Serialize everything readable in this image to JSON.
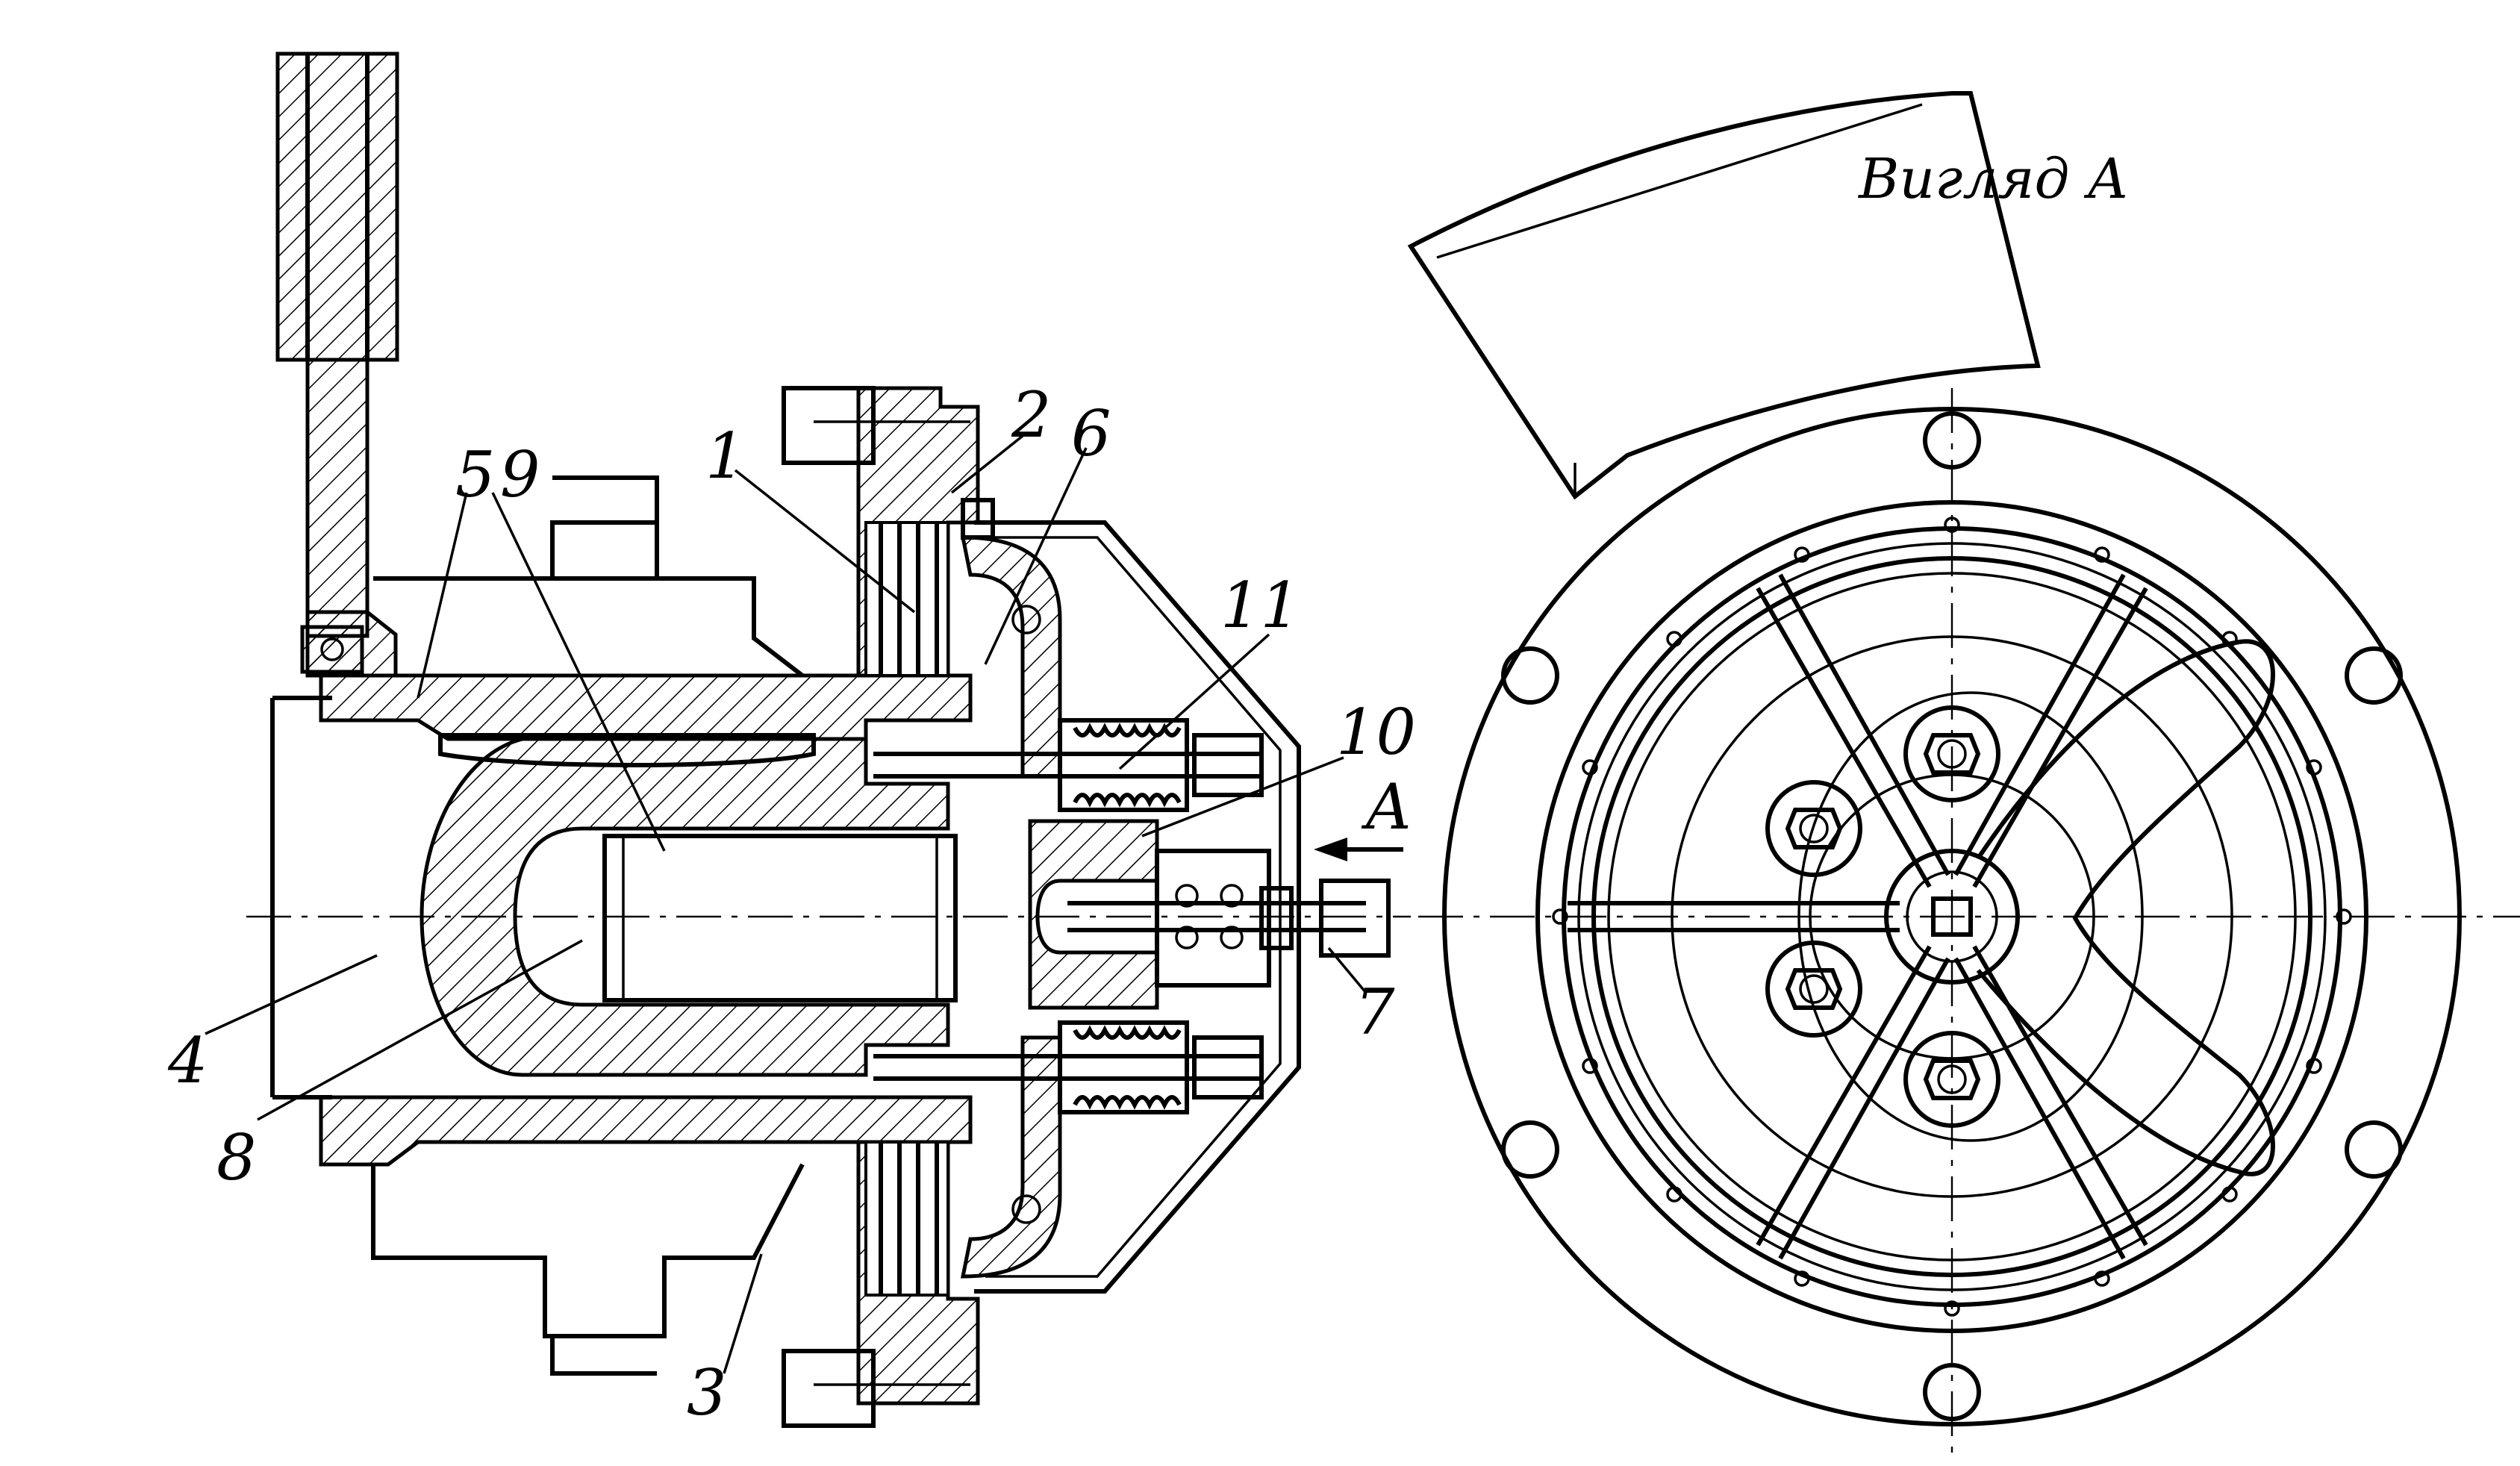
{
  "view_title": "Вигляд А",
  "arrow_label": "A",
  "part_labels": {
    "p1": "1",
    "p2": "2",
    "p3": "3",
    "p4": "4",
    "p5": "5",
    "p6": "6",
    "p7": "7",
    "p8": "8",
    "p9": "9",
    "p10": "10",
    "p11": "11"
  }
}
